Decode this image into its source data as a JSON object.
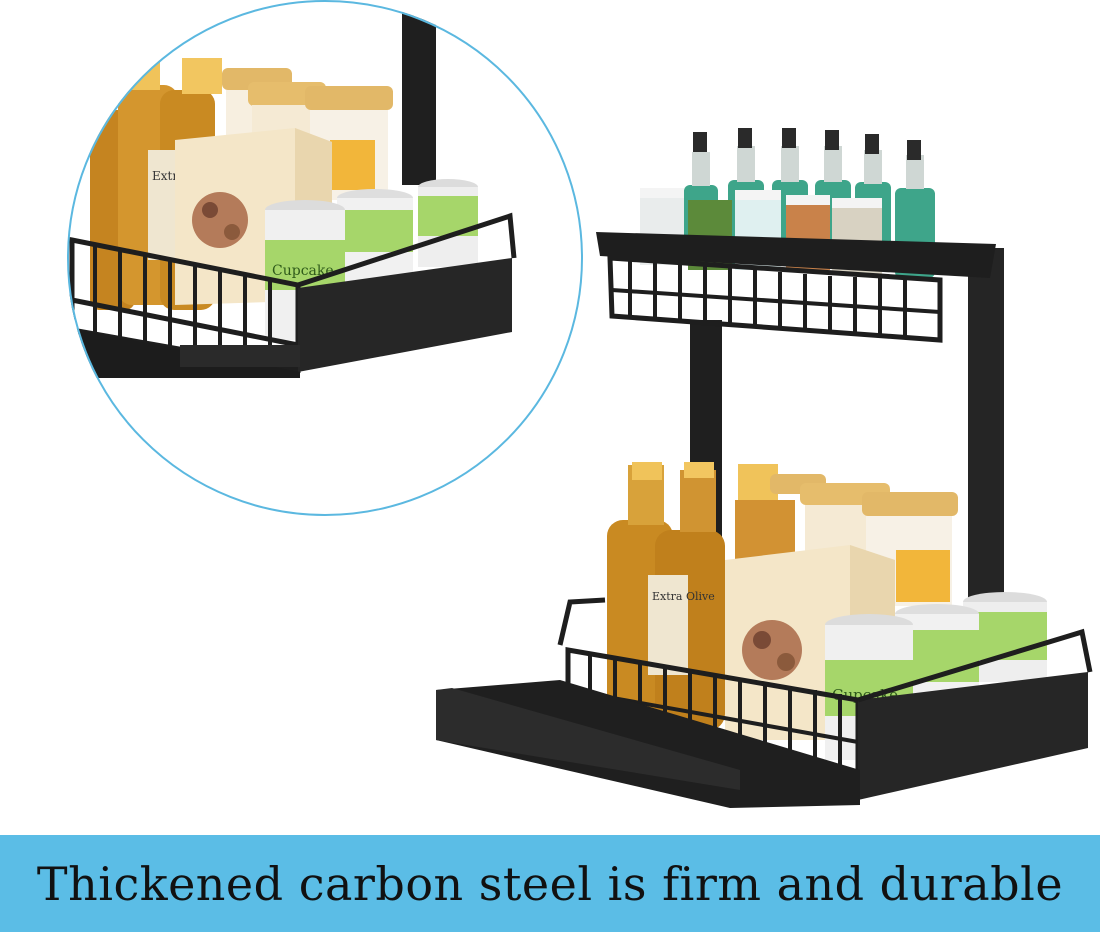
{
  "banner": {
    "text": "Thickened carbon steel is firm and durable",
    "background": "#5bbde6",
    "text_color": "#111111"
  },
  "labels": {
    "olive_oil": "Extra Olive",
    "cupcake": "Cupcake"
  },
  "colors": {
    "rack_metal": "#222222",
    "zoom_circle_border": "#5bb8e0",
    "oil": "#c98a22",
    "bamboo_lid": "#e2b868",
    "pasta": "#f2b63a",
    "box": "#f4e6c8",
    "can_label": "#a6d66a",
    "teal_bottle": "#3ea58a"
  }
}
